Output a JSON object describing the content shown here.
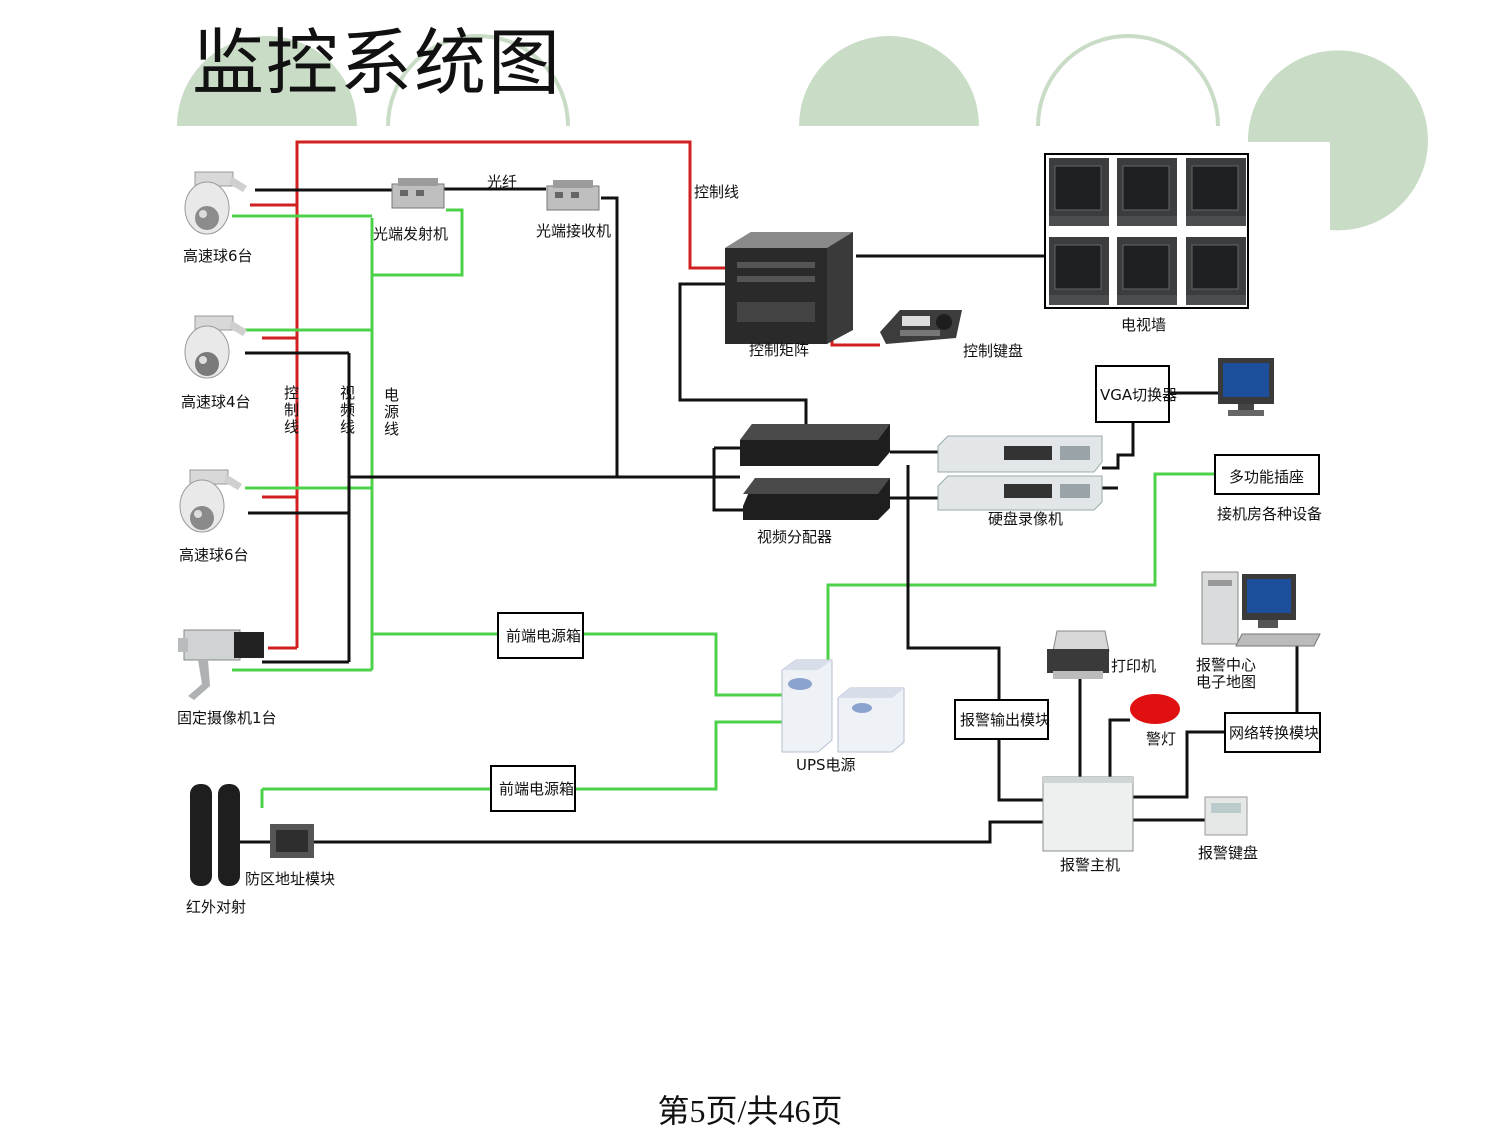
{
  "slide": {
    "title": "监控系统图",
    "footer": "第5页/共46页"
  },
  "colors": {
    "decor_arc": "#c9dcc6",
    "control_line": "#d21f1f",
    "power_line": "#4dd14a",
    "video_line": "#111111",
    "device_dark": "#2b2b2b",
    "device_light": "#e8ecef"
  },
  "icons": {
    "dome_camera": "dome-camera-icon",
    "box_camera": "box-camera-icon",
    "fiber_module": "fiber-module-icon",
    "matrix": "control-matrix-icon",
    "keyboard": "control-keyboard-icon",
    "monitor": "crt-monitor-icon",
    "distributor": "video-distributor-icon",
    "dvr": "dvr-icon",
    "ups": "ups-icon",
    "printer": "printer-icon",
    "pc": "pc-icon",
    "alarm_light": "alarm-light-icon",
    "alarm_host": "alarm-host-icon",
    "ir_beam": "ir-beam-icon",
    "zone_module": "zone-module-icon"
  },
  "diagram": {
    "labels": {
      "cam1": "高速球6台",
      "cam2": "高速球4台",
      "cam3": "高速球6台",
      "cam4": "固定摄像机1台",
      "fiber_tx": "光端发射机",
      "fiber": "光纤",
      "fiber_rx": "光端接收机",
      "control_line_top": "控制线",
      "matrix": "控制矩阵",
      "keyboard": "控制键盘",
      "tv_wall": "电视墙",
      "vga_switch": "VGA切换器",
      "multi_socket": "多功能插座",
      "machine_room": "接机房各种设备",
      "dvr": "硬盘录像机",
      "distributor": "视频分配器",
      "bus_control": "控制线",
      "bus_video": "视频线",
      "bus_power": "电源线",
      "power_box_1": "前端电源箱",
      "power_box_2": "前端电源箱",
      "ups": "UPS电源",
      "printer": "打印机",
      "alarm_center": "报警中心\n电子地图",
      "alarm_output": "报警输出模块",
      "alarm_light": "警灯",
      "network_module": "网络转换模块",
      "alarm_host": "报警主机",
      "alarm_keyboard": "报警键盘",
      "ir_beam": "红外对射",
      "zone_module": "防区地址模块"
    }
  }
}
